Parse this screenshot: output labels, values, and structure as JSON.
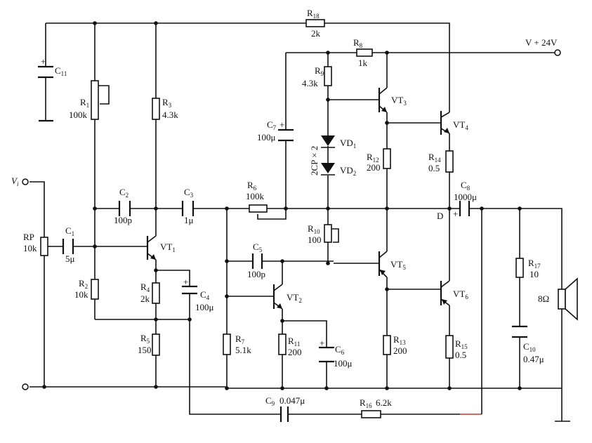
{
  "labels": {
    "R18": "R",
    "R18_sub": "18",
    "R18_val": "2k",
    "V24": "V + 24V",
    "R8": "R",
    "R8_sub": "8",
    "R8_val": "1k",
    "R9": "R",
    "R9_sub": "9",
    "R9_val": "4.3k",
    "C11": "C",
    "C11_sub": "11",
    "R1": "R",
    "R1_sub": "1",
    "R1_val": "100k",
    "R3": "R",
    "R3_sub": "3",
    "R3_val": "4.3k",
    "C7": "C",
    "C7_sub": "7",
    "C7_val": "100μ",
    "VT3": "VT",
    "VT3_sub": "3",
    "VT4": "VT",
    "VT4_sub": "4",
    "VD1": "VD",
    "VD1_sub": "1",
    "VD2": "VD",
    "VD2_sub": "2",
    "CP": "2CP × 2",
    "R12": "R",
    "R12_sub": "12",
    "R12_val": "200",
    "R14": "R",
    "R14_sub": "14",
    "R14_val": "0.5",
    "Vi": "V",
    "Vi_sub": "i",
    "C2": "C",
    "C2_sub": "2",
    "C2_val": "100p",
    "C3": "C",
    "C3_sub": "3",
    "C3_val": "1μ",
    "R6": "R",
    "R6_sub": "6",
    "R6_val": "100k",
    "C8": "C",
    "C8_sub": "8",
    "C8_val": "1000μ",
    "D": "D",
    "RP": "RP",
    "RP_val": "10k",
    "C1": "C",
    "C1_sub": "1",
    "C1_val": "5μ",
    "VT1": "VT",
    "VT1_sub": "1",
    "R10": "R",
    "R10_sub": "10",
    "R10_val": "100",
    "C5": "C",
    "C5_sub": "5",
    "C5_val": "100p",
    "VT5": "VT",
    "VT5_sub": "5",
    "R17": "R",
    "R17_sub": "17",
    "R17_val": "10",
    "R2": "R",
    "R2_sub": "2",
    "R2_val": "10k",
    "R4": "R",
    "R4_sub": "4",
    "R4_val": "2k",
    "C4": "C",
    "C4_sub": "4",
    "C4_val": "100μ",
    "VT2": "VT",
    "VT2_sub": "2",
    "VT6": "VT",
    "VT6_sub": "6",
    "speaker": "8Ω",
    "R5": "R",
    "R5_sub": "5",
    "R5_val": "150",
    "R7": "R",
    "R7_sub": "7",
    "R7_val": "5.1k",
    "R11": "R",
    "R11_sub": "11",
    "R11_val": "200",
    "C6": "C",
    "C6_sub": "6",
    "C6_val": "100μ",
    "R13": "R",
    "R13_sub": "13",
    "R13_val": "200",
    "R15": "R",
    "R15_sub": "15",
    "R15_val": "0.5",
    "C10": "C",
    "C10_sub": "10",
    "C10_val": "0.47μ",
    "C9": "C",
    "C9_sub": "9",
    "C9_val": "0.047μ",
    "R16": "R",
    "R16_sub": "16",
    "R16_val": "6.2k"
  }
}
